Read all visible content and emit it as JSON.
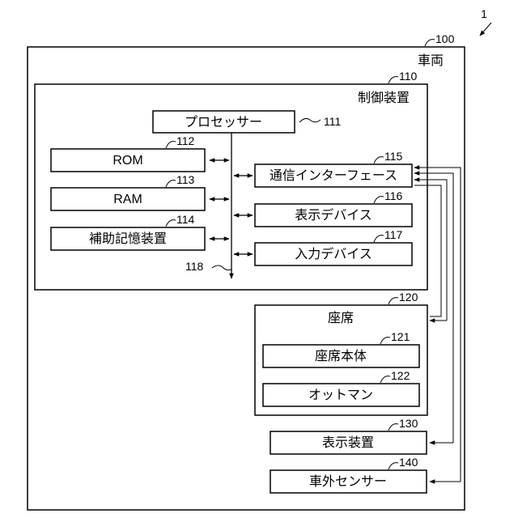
{
  "figure_ref": "1",
  "vehicle": {
    "ref": "100",
    "label": "車両"
  },
  "control_device": {
    "ref": "110",
    "label": "制御装置"
  },
  "processor": {
    "ref": "111",
    "label": "プロセッサー"
  },
  "rom": {
    "ref": "112",
    "label": "ROM"
  },
  "ram": {
    "ref": "113",
    "label": "RAM"
  },
  "aux_storage": {
    "ref": "114",
    "label": "補助記憶装置"
  },
  "comm_interface": {
    "ref": "115",
    "label": "通信インターフェース"
  },
  "display_device_inner": {
    "ref": "116",
    "label": "表示デバイス"
  },
  "input_device": {
    "ref": "117",
    "label": "入力デバイス"
  },
  "bus": {
    "ref": "118"
  },
  "seat": {
    "ref": "120",
    "label": "座席"
  },
  "seat_body": {
    "ref": "121",
    "label": "座席本体"
  },
  "ottoman": {
    "ref": "122",
    "label": "オットマン"
  },
  "display_unit": {
    "ref": "130",
    "label": "表示装置"
  },
  "external_sensor": {
    "ref": "140",
    "label": "車外センサー"
  }
}
